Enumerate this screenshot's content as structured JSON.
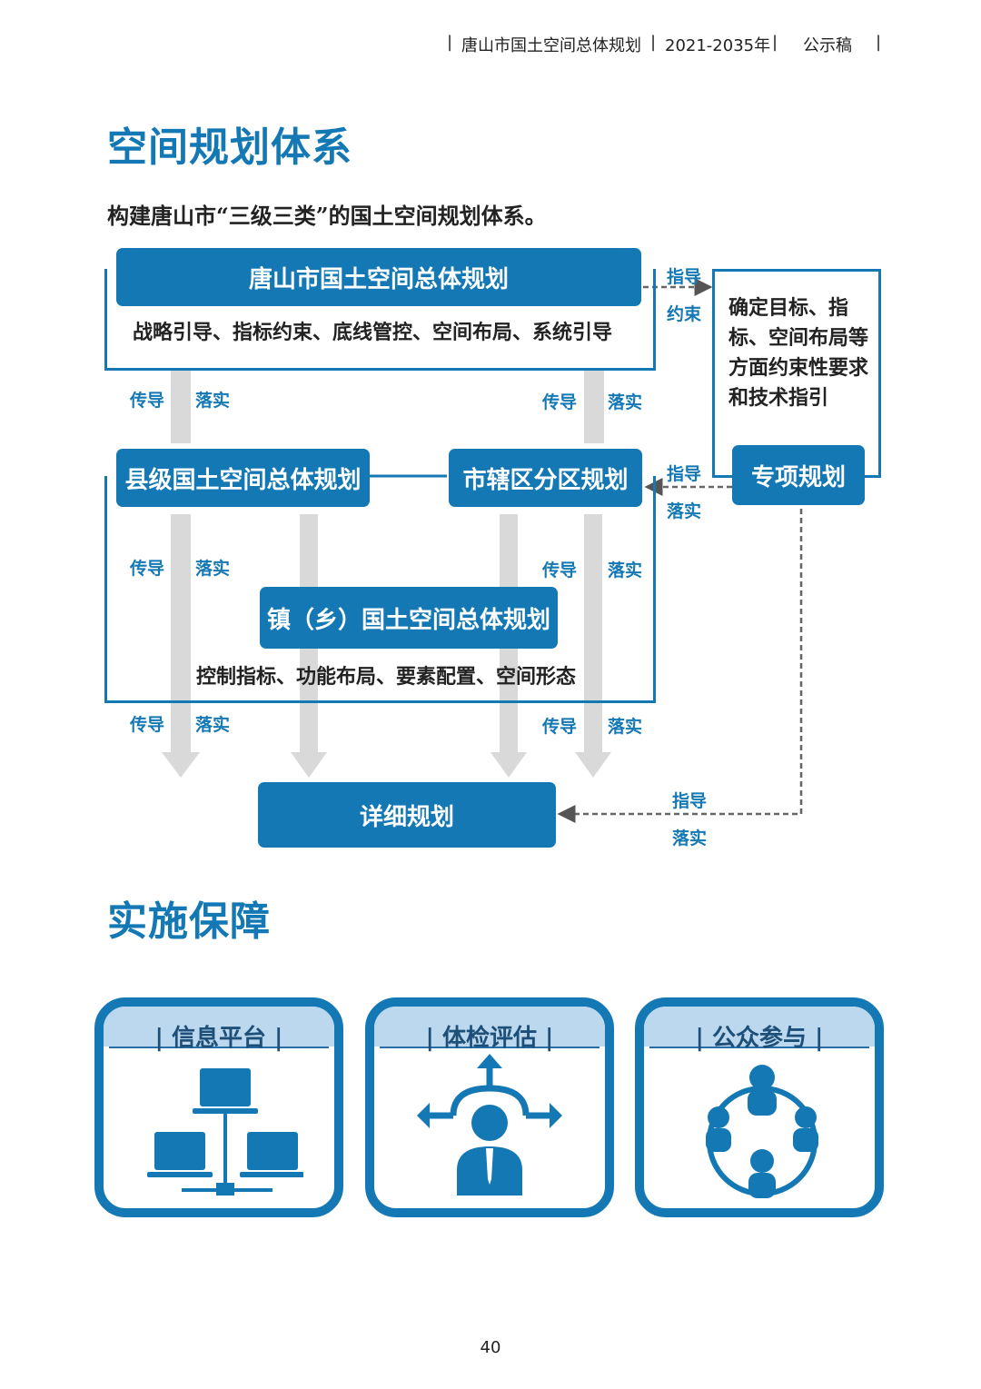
{
  "header": {
    "plan_title": "唐山市国土空间总体规划",
    "period": "2021-2035年",
    "draft": "公示稿",
    "sep": "|"
  },
  "section1": {
    "title": "空间规划体系",
    "intro": "构建唐山市“三级三类”的国土空间规划体系。"
  },
  "diagram": {
    "master_plan": "唐山市国土空间总体规划",
    "master_note": "战略引导、指标约束、底线管控、空间布局、系统引导",
    "county_plan": "县级国土空间总体规划",
    "district_plan": "市辖区分区规划",
    "special_plan": "专项规划",
    "special_note": "确定目标、指标、空间布局等方面约束性要求和技术指引",
    "town_plan": "镇（乡）国土空间总体规划",
    "town_note": "控制指标、功能布局、要素配置、空间形态",
    "detail_plan": "详细规划",
    "labels": {
      "transmit": "传导",
      "implement": "落实",
      "guide": "指导",
      "constrain": "约束"
    }
  },
  "section2": {
    "title": "实施保障",
    "cards": [
      {
        "title": "| 信息平台 |",
        "icon": "network-computers-icon"
      },
      {
        "title": "| 体检评估 |",
        "icon": "person-arrows-icon"
      },
      {
        "title": "| 公众参与 |",
        "icon": "people-circle-icon"
      }
    ]
  },
  "colors": {
    "accent": "#1378b4",
    "arrow": "#d9d9d9",
    "card_band": "#bcd8ee"
  },
  "page_number": "40"
}
